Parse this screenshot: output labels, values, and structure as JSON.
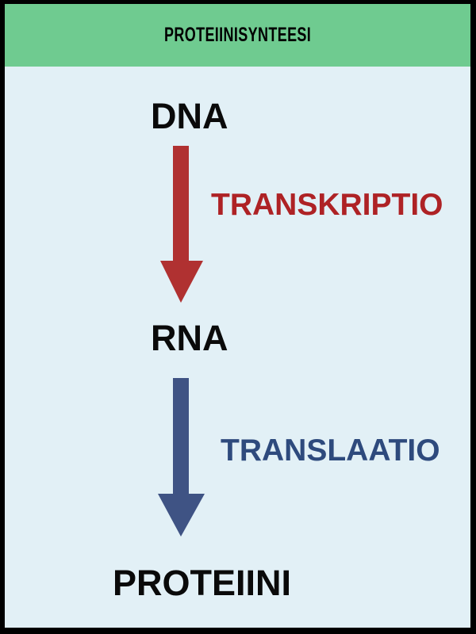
{
  "header": {
    "title": "PROTEIINISYNTEESI",
    "background_color": "#6fcb90"
  },
  "canvas": {
    "background_color": "#e2f0f6",
    "border_color": "#000000"
  },
  "diagram": {
    "type": "flow",
    "orientation": "vertical",
    "nodes": [
      {
        "id": "dna",
        "label": "DNA",
        "color": "#0a0a0a"
      },
      {
        "id": "rna",
        "label": "RNA",
        "color": "#0a0a0a"
      },
      {
        "id": "protein",
        "label": "PROTEIINI",
        "color": "#0a0a0a"
      }
    ],
    "edges": [
      {
        "id": "transcription",
        "label": "TRANSKRIPTIO",
        "from": "dna",
        "to": "rna",
        "color": "#ae2225",
        "arrow_color": "#b03131"
      },
      {
        "id": "translation",
        "label": "TRANSLAATIO",
        "from": "rna",
        "to": "protein",
        "color": "#2e4a7d",
        "arrow_color": "#3f5384"
      }
    ]
  }
}
